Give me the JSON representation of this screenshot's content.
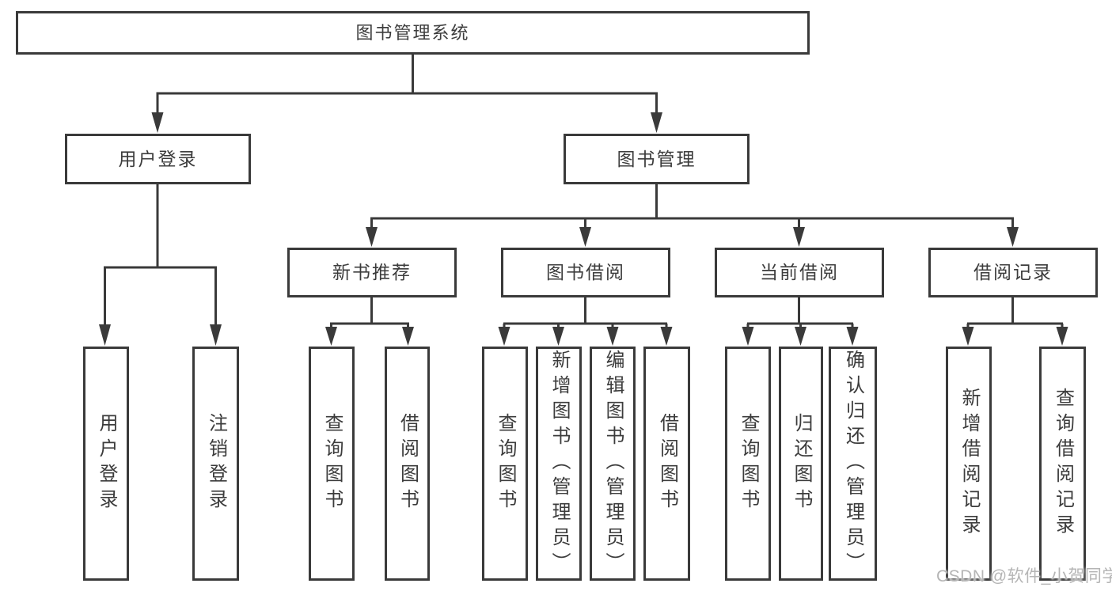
{
  "tree": {
    "root": "图书管理系统",
    "children": [
      {
        "label": "用户登录",
        "children": [
          "用户登录",
          "注销登录"
        ]
      },
      {
        "label": "图书管理",
        "children": [
          {
            "label": "新书推荐",
            "children": [
              "查询图书",
              "借阅图书"
            ]
          },
          {
            "label": "图书借阅",
            "children": [
              "查询图书",
              "新增图书（管理员）",
              "编辑图书（管理员）",
              "借阅图书"
            ]
          },
          {
            "label": "当前借阅",
            "children": [
              "查询图书",
              "归还图书",
              "确认归还（管理员）"
            ]
          },
          {
            "label": "借阅记录",
            "children": [
              "新增借阅记录",
              "查询借阅记录"
            ]
          }
        ]
      }
    ]
  },
  "watermark": {
    "text": "CSDN @软件_小贺同学",
    "color": "#b5b5b5"
  },
  "colors": {
    "line": "#3a3a3a",
    "text": "#3c3c3c",
    "background": "#ffffff"
  }
}
